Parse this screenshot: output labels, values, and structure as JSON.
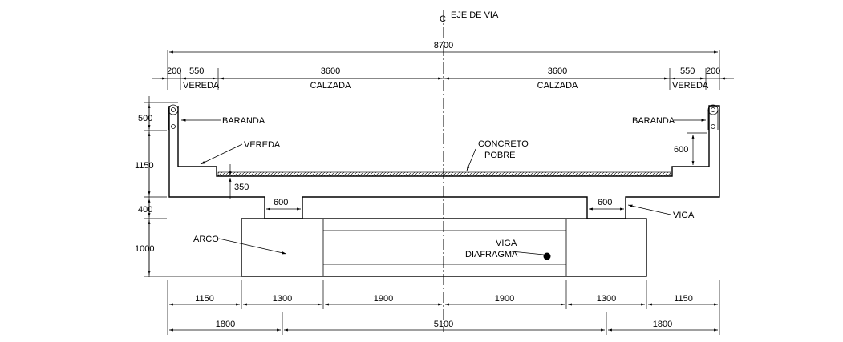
{
  "axis": {
    "symbol": "C",
    "label": "EJE DE VIA"
  },
  "top_dims": {
    "total": "8700",
    "left_200": "200",
    "left_550": "550",
    "left_3600": "3600",
    "right_3600": "3600",
    "right_550": "550",
    "right_200": "200"
  },
  "zone_labels": {
    "vereda_left": "VEREDA",
    "calzada_left": "CALZADA",
    "calzada_right": "CALZADA",
    "vereda_right": "VEREDA"
  },
  "left_dims": {
    "d500": "500",
    "d1150": "1150",
    "d400": "400",
    "d1000": "1000"
  },
  "inner_dims": {
    "d350": "350",
    "d600_left": "600",
    "d600_right": "600",
    "d600_vertical": "600"
  },
  "callouts": {
    "baranda_left": "BARANDA",
    "baranda_right": "BARANDA",
    "vereda": "VEREDA",
    "concreto": "CONCRETO",
    "pobre": "POBRE",
    "viga": "VIGA",
    "arco": "ARCO",
    "viga_diafragma_1": "VIGA",
    "viga_diafragma_2": "DIAFRAGMA"
  },
  "bottom_dims": {
    "row1": [
      "1150",
      "1300",
      "1900",
      "1900",
      "1300",
      "1150"
    ],
    "row2": [
      "1800",
      "5100",
      "1800"
    ]
  }
}
